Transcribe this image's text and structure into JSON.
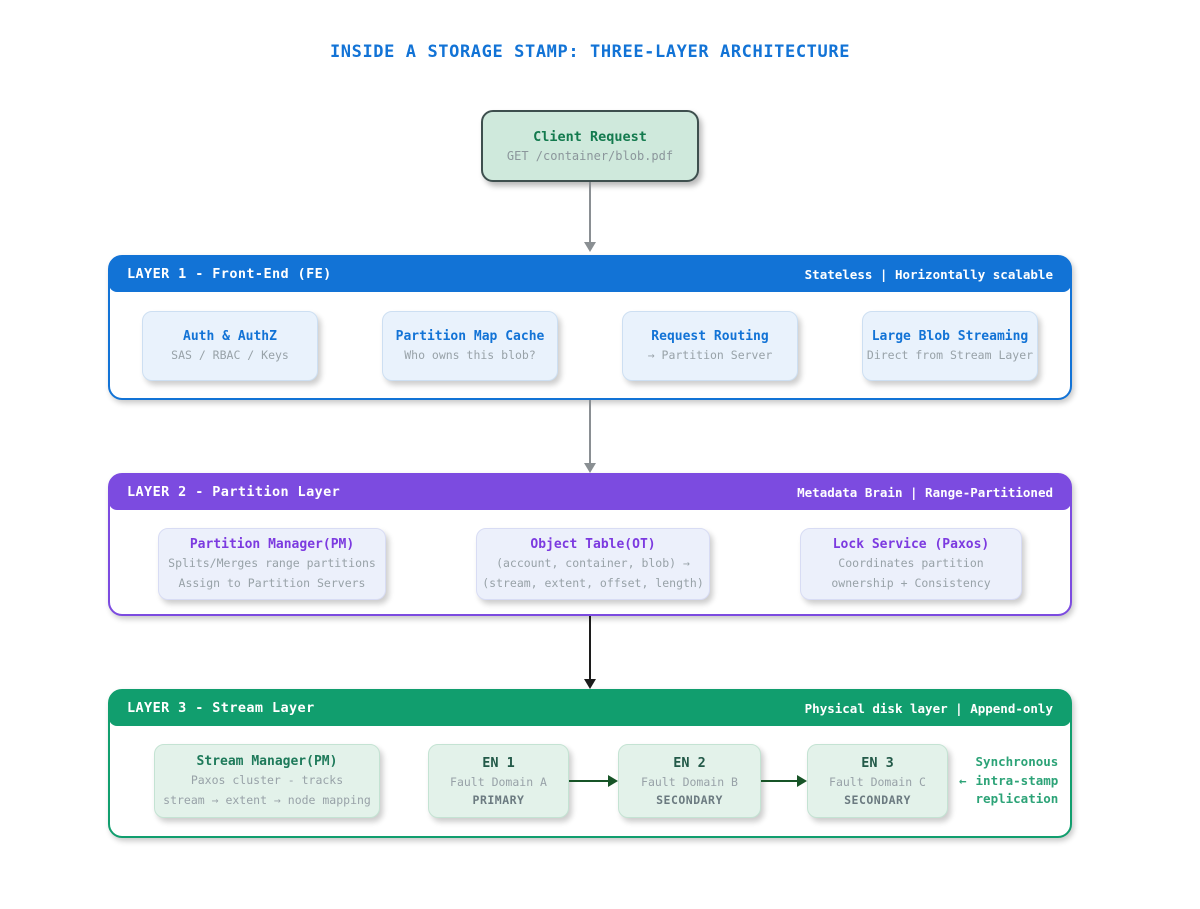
{
  "title": "INSIDE A STORAGE STAMP: THREE-LAYER ARCHITECTURE",
  "client": {
    "title": "Client Request",
    "subtitle": "GET /container/blob.pdf"
  },
  "colors": {
    "title_blue": "#1273d6",
    "layer1_accent": "#1273d6",
    "layer2_accent": "#7c4be0",
    "layer3_accent": "#119e6e",
    "client_box_bg": "#cfe9dc",
    "annotation_green": "#2ca377"
  },
  "layer1": {
    "name": "LAYER 1 - Front-End (FE)",
    "tagline": "Stateless | Horizontally scalable",
    "cards": [
      {
        "title": "Auth & AuthZ",
        "line1": "SAS / RBAC / Keys"
      },
      {
        "title": "Partition Map Cache",
        "line1": "Who owns this blob?"
      },
      {
        "title": "Request Routing",
        "line1": "→ Partition Server"
      },
      {
        "title": "Large Blob Streaming",
        "line1": "Direct from Stream Layer"
      }
    ]
  },
  "layer2": {
    "name": "LAYER 2 - Partition Layer",
    "tagline": "Metadata Brain | Range-Partitioned",
    "cards": [
      {
        "title": "Partition Manager(PM)",
        "line1": "Splits/Merges range partitions",
        "line2": "Assign to Partition Servers"
      },
      {
        "title": "Object Table(OT)",
        "line1": "(account, container, blob) →",
        "line2": "(stream, extent, offset, length)"
      },
      {
        "title": "Lock Service (Paxos)",
        "line1": "Coordinates partition",
        "line2": "ownership + Consistency"
      }
    ]
  },
  "layer3": {
    "name": "LAYER 3 - Stream Layer",
    "tagline": "Physical disk layer | Append-only",
    "stream_manager": {
      "title": "Stream Manager(PM)",
      "line1": "Paxos cluster - tracks",
      "line2": "stream → extent → node mapping"
    },
    "nodes": [
      {
        "title": "EN 1",
        "line1": "Fault Domain A",
        "role": "PRIMARY"
      },
      {
        "title": "EN 2",
        "line1": "Fault Domain B",
        "role": "SECONDARY"
      },
      {
        "title": "EN 3",
        "line1": "Fault Domain C",
        "role": "SECONDARY"
      }
    ],
    "annotation": {
      "arrow": "←",
      "line1": "Synchronous",
      "line2": "intra-stamp",
      "line3": "replication"
    }
  }
}
